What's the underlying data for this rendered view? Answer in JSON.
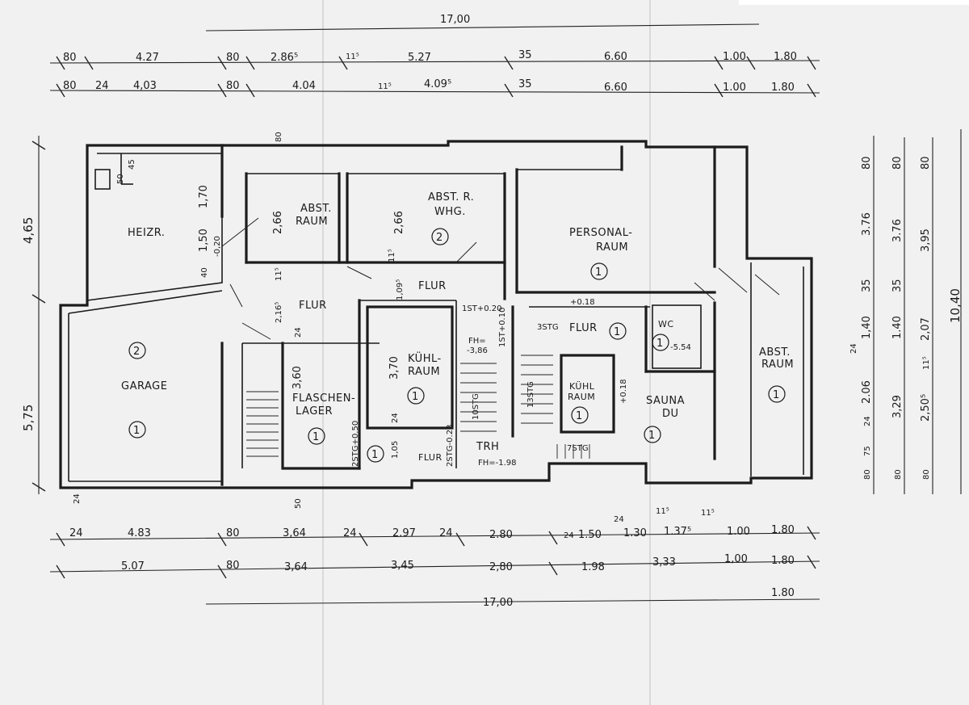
{
  "plan": {
    "rooms": [
      {
        "id": "heizr",
        "label": "HEIZR."
      },
      {
        "id": "garage",
        "label": "GARAGE"
      },
      {
        "id": "abst_raum_1",
        "label": "ABST.",
        "label2": "RAUM"
      },
      {
        "id": "abst_r_whg",
        "label": "ABST. R.",
        "label2": "WHG."
      },
      {
        "id": "personalraum",
        "label": "PERSONAL-",
        "label2": "RAUM"
      },
      {
        "id": "flur_1",
        "label": "FLUR"
      },
      {
        "id": "flur_2",
        "label": "FLUR"
      },
      {
        "id": "flur_3",
        "label": "FLUR"
      },
      {
        "id": "flur_4",
        "label": "FLUR"
      },
      {
        "id": "kuehlraum_1",
        "label": "KÜHL-",
        "label2": "RAUM"
      },
      {
        "id": "kuehlraum_2",
        "label": "KÜHL",
        "label2": "RAUM"
      },
      {
        "id": "flaschenlager",
        "label": "FLASCHEN-",
        "label2": "LAGER"
      },
      {
        "id": "wc",
        "label": "WC"
      },
      {
        "id": "sauna",
        "label": "SAUNA",
        "label2": "DU"
      },
      {
        "id": "abst_raum_2",
        "label": "ABST.",
        "label2": "RAUM"
      },
      {
        "id": "trh",
        "label": "TRH"
      }
    ],
    "circles": [
      "1",
      "2"
    ],
    "notes": {
      "fh_neg198": "FH=-1.98",
      "fh_386": "FH=",
      "fh_386b": "-3,86",
      "st_plus020": "1ST+0.20",
      "st_plus01": "+0.18",
      "stg10": "10STG",
      "stg13": "13STG",
      "stg3": "3STG",
      "stg7": "7STG",
      "stg2_050": "2STG+0.50",
      "stg2_023": "2STG-0.23",
      "el_054": "-5.54",
      "el_018b": "+0.18",
      "elev_110": "1ST+0.10",
      "neg020": "-0,20"
    },
    "top_dims": {
      "total": "17,00",
      "row1": [
        "80",
        "4.27",
        "80",
        "2.86⁵",
        "11⁵",
        "5.27",
        "35",
        "6.60",
        "1.00",
        "1.80"
      ],
      "row2": [
        "80",
        "24",
        "4,03",
        "80",
        "4.04",
        "11⁵",
        "4.09⁵",
        "35",
        "6.60",
        "1.00",
        "1.80"
      ]
    },
    "bottom_dims": {
      "row1": [
        "24",
        "4.83",
        "80",
        "3,64",
        "24",
        "2.97",
        "24",
        "2.80",
        "24",
        "1.50",
        "24",
        "1.30",
        "11⁵",
        "1.37⁵",
        "11⁵",
        "1.00",
        "1.80"
      ],
      "row2": [
        "5.07",
        "80",
        "3,64",
        "3,45",
        "2,80",
        "1.98",
        "3,33",
        "1,00",
        "1.80"
      ],
      "total": "17,00",
      "extra": "1.80"
    },
    "left_dims": {
      "upper": "4,65",
      "lower": "5,75"
    },
    "right_dims": {
      "col1": [
        "80",
        "3.76",
        "35",
        "1,40",
        "24",
        "2.06",
        "24",
        "75",
        "80"
      ],
      "col2": [
        "80",
        "3.76",
        "35",
        "1.40",
        "3,29",
        "80"
      ],
      "col3": [
        "80",
        "3,95",
        "2,07",
        "11⁵",
        "2,50⁵",
        "80"
      ],
      "total": "10,40"
    },
    "interior_dims": [
      "1,70",
      "1,50",
      "40",
      "50",
      "45",
      "2,66",
      "2,66",
      "80",
      "11⁵",
      "2,16⁵",
      "24",
      "1,09⁵",
      "11⁵",
      "3,70",
      "3,60",
      "24",
      "1,05",
      "24",
      "50"
    ]
  }
}
